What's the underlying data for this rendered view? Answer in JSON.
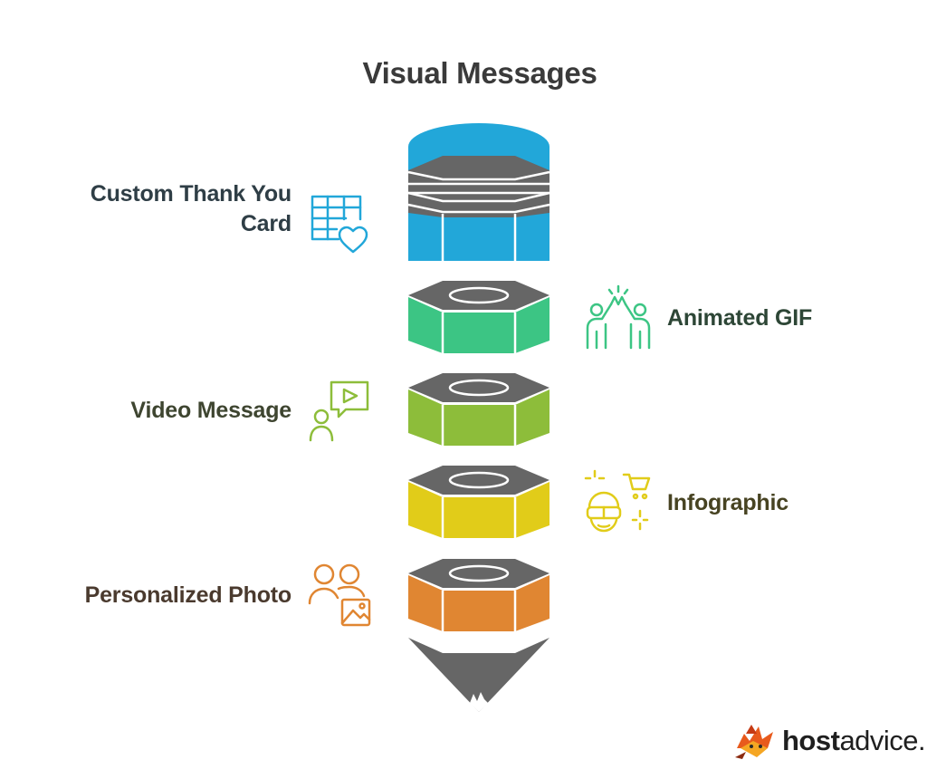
{
  "title": "Visual Messages",
  "items": [
    {
      "label": "Custom Thank You Card",
      "label_lines": [
        "Custom Thank You",
        "Card"
      ],
      "side": "left",
      "color": "#22A7D9",
      "text_color": "#2F3E46",
      "icon": "card-heart-icon"
    },
    {
      "label": "Animated GIF",
      "side": "right",
      "color": "#3CC584",
      "text_color": "#2D4636",
      "icon": "high-five-icon"
    },
    {
      "label": "Video Message",
      "side": "left",
      "color": "#8DBD3A",
      "text_color": "#3E4530",
      "icon": "video-message-icon"
    },
    {
      "label": "Infographic",
      "side": "right",
      "color": "#E1CC19",
      "text_color": "#474322",
      "icon": "vr-shopping-icon"
    },
    {
      "label": "Personalized Photo",
      "side": "left",
      "color": "#E08632",
      "text_color": "#4A3A2E",
      "icon": "people-photo-icon"
    }
  ],
  "colors": {
    "cap": "#666666",
    "tip": "#666666",
    "title": "#3A3A3A"
  },
  "brand": {
    "bold": "host",
    "regular": "advice."
  }
}
